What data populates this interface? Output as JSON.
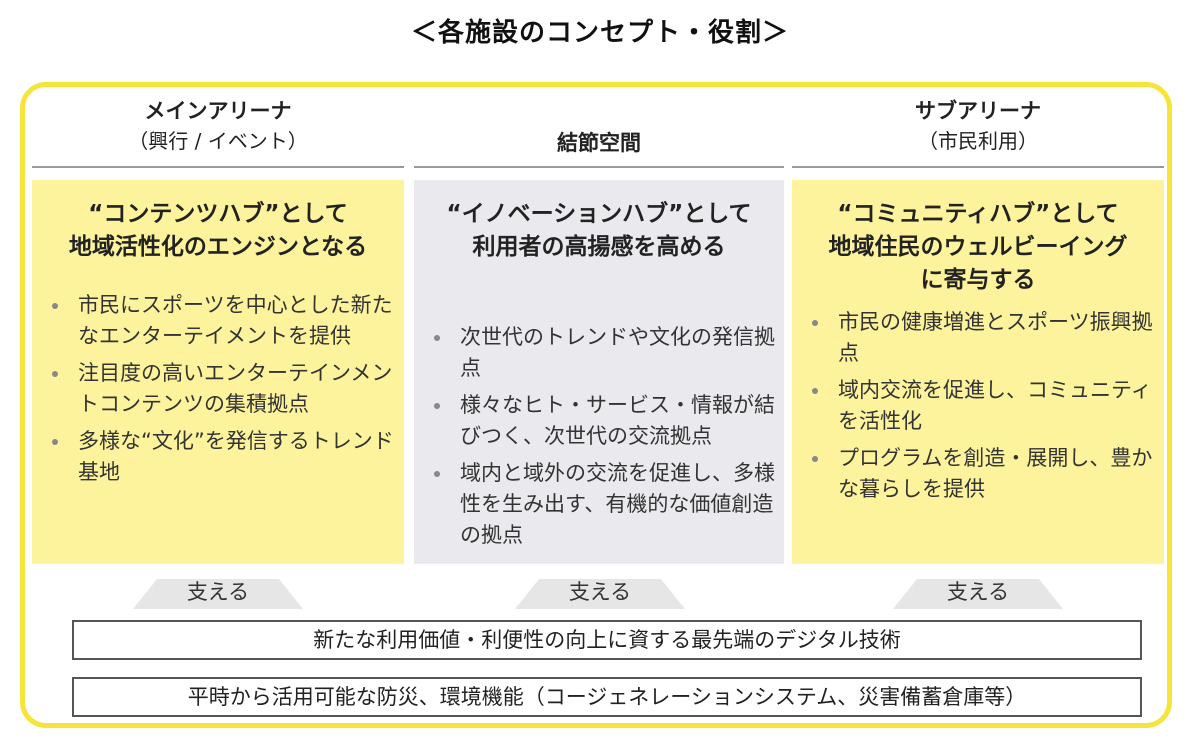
{
  "page_title": "＜各施設のコンセプト・役割＞",
  "columns": [
    {
      "heading": "メインアリーナ",
      "subheading": "（興行 / イベント）",
      "panel_title": [
        "“コンテンツハブ”として",
        "地域活性化のエンジンとなる"
      ],
      "bullets": [
        "市民にスポーツを中心とした新たなエンターテイメントを提供",
        "注目度の高いエンターテインメントコンテンツの集積拠点",
        "多様な“文化”を発信するトレンド基地"
      ],
      "support_label": "支える"
    },
    {
      "heading": "結節空間",
      "subheading": "",
      "panel_title": [
        "“イノベーションハブ”として",
        "利用者の高揚感を高める"
      ],
      "bullets": [
        "次世代のトレンドや文化の発信拠点",
        "様々なヒト・サービス・情報が結びつく、次世代の交流拠点",
        "域内と域外の交流を促進し、多様性を生み出す、有機的な価値創造の拠点"
      ],
      "support_label": "支える"
    },
    {
      "heading": "サブアリーナ",
      "subheading": "（市民利用）",
      "panel_title": [
        "“コミュニティハブ”として",
        "地域住民のウェルビーイング",
        "に寄与する"
      ],
      "bullets": [
        "市民の健康増進とスポーツ振興拠点",
        "域内交流を促進し、コミュニティを活性化",
        "プログラムを創造・展開し、豊かな暮らしを提供"
      ],
      "support_label": "支える"
    }
  ],
  "foundation": [
    "新たな利用価値・利便性の向上に資する最先端のデジタル技術",
    "平時から活用可能な防災、環境機能（コージェネレーションシステム、災害備蓄倉庫等）"
  ],
  "colors": {
    "frame_border": "#f7e43a",
    "yellow_panel": "#fcf39c",
    "gray_panel": "#e9e9ee"
  }
}
